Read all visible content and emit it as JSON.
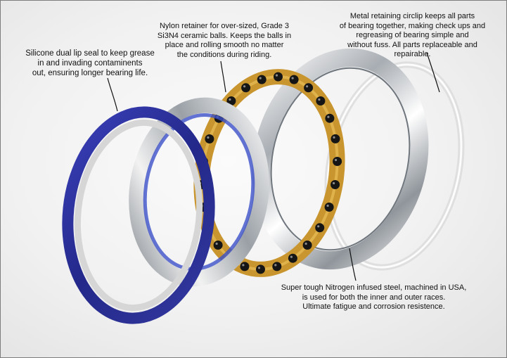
{
  "callouts": {
    "seal": "Silicone dual lip seal to keep grease\nin and invading contaminents\nout, ensuring longer bearing life.",
    "retainer": "Nylon retainer for over-sized, Grade 3\nSi3N4 ceramic balls. Keeps the balls in\nplace and rolling smooth no matter\nthe conditions during riding.",
    "circlip": "Metal retaining circlip keeps all parts\nof bearing together, making check ups and\nregreasing of bearing simple and\nwithout fuss. All parts replaceable and repairable.",
    "steel": "Super tough Nitrogen infused steel, machined in USA,\nis used for both the inner and outer races.\nUltimate fatigue and corrosion resistence."
  },
  "colors": {
    "seal": "#2a2f9a",
    "retainer": "#c9952e",
    "balls": "#151515",
    "steel": "#c4c8cc",
    "leader": "#111111"
  }
}
